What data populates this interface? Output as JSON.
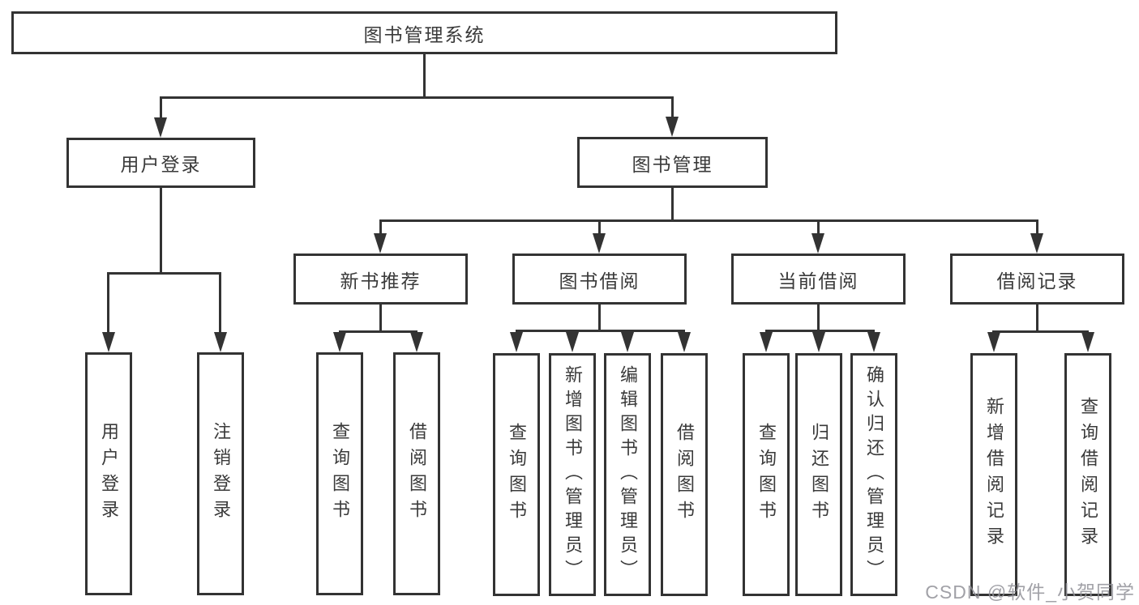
{
  "diagram_type": "hierarchy-tree",
  "tree": {
    "root": {
      "label": "图书管理系统",
      "children": [
        {
          "label": "用户登录",
          "children": [
            {
              "label": "用户登录"
            },
            {
              "label": "注销登录"
            }
          ]
        },
        {
          "label": "图书管理",
          "children": [
            {
              "label": "新书推荐",
              "children": [
                {
                  "label": "查询图书"
                },
                {
                  "label": "借阅图书"
                }
              ]
            },
            {
              "label": "图书借阅",
              "children": [
                {
                  "label": "查询图书"
                },
                {
                  "label": "新增图书（管理员）"
                },
                {
                  "label": "编辑图书（管理员）"
                },
                {
                  "label": "借阅图书"
                }
              ]
            },
            {
              "label": "当前借阅",
              "children": [
                {
                  "label": "查询图书"
                },
                {
                  "label": "归还图书"
                },
                {
                  "label": "确认归还（管理员）"
                }
              ]
            },
            {
              "label": "借阅记录",
              "children": [
                {
                  "label": "新增借阅记录"
                },
                {
                  "label": "查询借阅记录"
                }
              ]
            }
          ]
        }
      ]
    }
  },
  "watermark": "CSDN @软件_小贺同学",
  "colors": {
    "line": "#333333",
    "text": "#3a3a3a",
    "background": "#ffffff",
    "watermark": "#919198"
  }
}
